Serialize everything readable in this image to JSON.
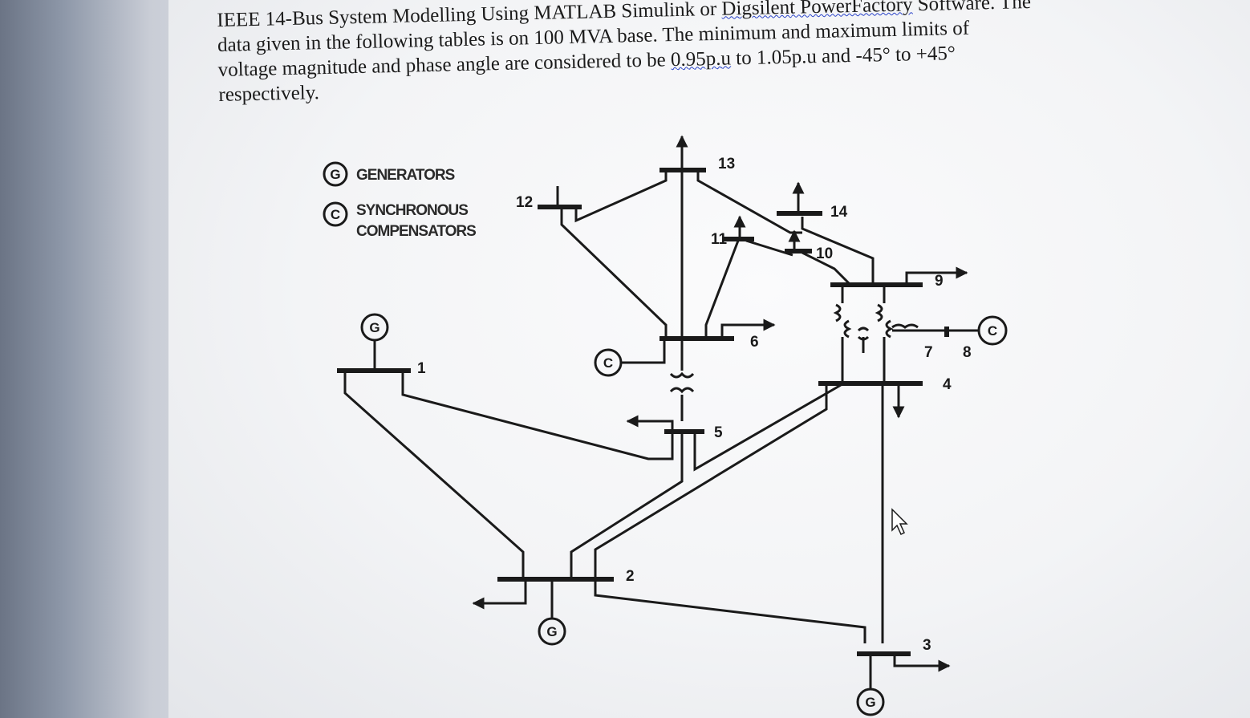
{
  "text": {
    "line1a": "IEEE 14-Bus System Modelling Using MATLAB Simulink or ",
    "line1b": "Digsilent PowerFactory",
    "line1c": " Software. The",
    "line2": "data given in the following tables is on 100 MVA base. The minimum and maximum limits of",
    "line3a": "voltage magnitude and phase angle are considered to be ",
    "line3b": "0.95p.u",
    "line3c": " to 1.05p.u and -45° to +45°",
    "line4": "respectively."
  },
  "legend": {
    "generator_symbol": "G",
    "generators": "GENERATORS",
    "compensator_symbol": "C",
    "compensators_1": "SYNCHRONOUS",
    "compensators_2": "COMPENSATORS"
  },
  "buses": {
    "b1": "1",
    "b2": "2",
    "b3": "3",
    "b4": "4",
    "b5": "5",
    "b6": "6",
    "b7": "7",
    "b8": "8",
    "b9": "9",
    "b10": "10",
    "b11": "11",
    "b12": "12",
    "b13": "13",
    "b14": "14"
  },
  "machines": {
    "gen_bus1": "G",
    "gen_bus2": "G",
    "gen_bus3": "G",
    "comp_bus6": "C",
    "comp_bus8": "C"
  }
}
